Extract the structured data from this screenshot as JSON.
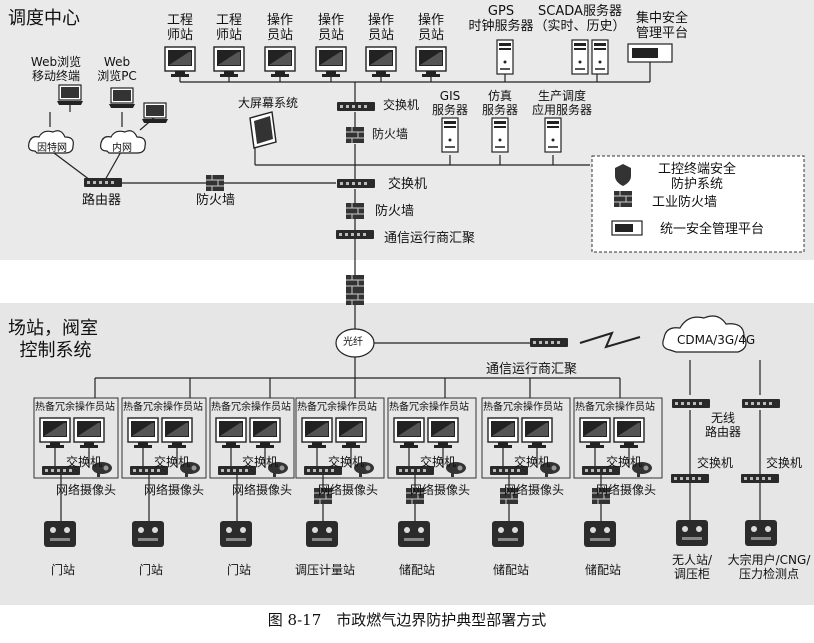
{
  "center": {
    "title": "调度中心",
    "engineer_station": [
      "工程",
      "师站"
    ],
    "operator_station": [
      "操作",
      "员站"
    ],
    "gps": [
      "GPS",
      "时钟服务器"
    ],
    "scada": [
      "SCADA服务器",
      "（实时、历史）"
    ],
    "central_mgmt": [
      "集中安全",
      "管理平台"
    ],
    "web_mobile": [
      "Web浏览",
      "移动终端"
    ],
    "web_pc": [
      "Web",
      "浏览PC"
    ],
    "big_screen": "大屏幕系统",
    "switch": "交换机",
    "firewall": "防火墙",
    "gis": [
      "GIS",
      "服务器"
    ],
    "sim": [
      "仿真",
      "服务器"
    ],
    "prod": [
      "生产调度",
      "应用服务器"
    ],
    "internet": "因特网",
    "intranet": "内网",
    "router": "路由器",
    "carrier": "通信运行商汇聚"
  },
  "legend": {
    "terminal": [
      "工控终端安全",
      "防护系统"
    ],
    "ind_firewall": "工业防火墙",
    "unified": "统一安全管理平台"
  },
  "site": {
    "title": [
      "场站，阀室",
      "控制系统"
    ],
    "fiber": "光纤",
    "cdma": "CDMA/3G/4G",
    "carrier": "通信运行商汇聚",
    "wireless": [
      "无线",
      "路由器"
    ],
    "hot_standby": "热备冗余操作员站",
    "switch": "交换机",
    "camera": "网络摄像头",
    "stations": [
      "门站",
      "门站",
      "门站",
      "调压计量站",
      "储配站",
      "储配站",
      "储配站"
    ],
    "unmanned": [
      "无人站/",
      "调压柜"
    ],
    "bulk": [
      "大宗用户/CNG/",
      "压力检测点"
    ]
  },
  "caption": "图 8-17　市政燃气边界防护典型部署方式"
}
